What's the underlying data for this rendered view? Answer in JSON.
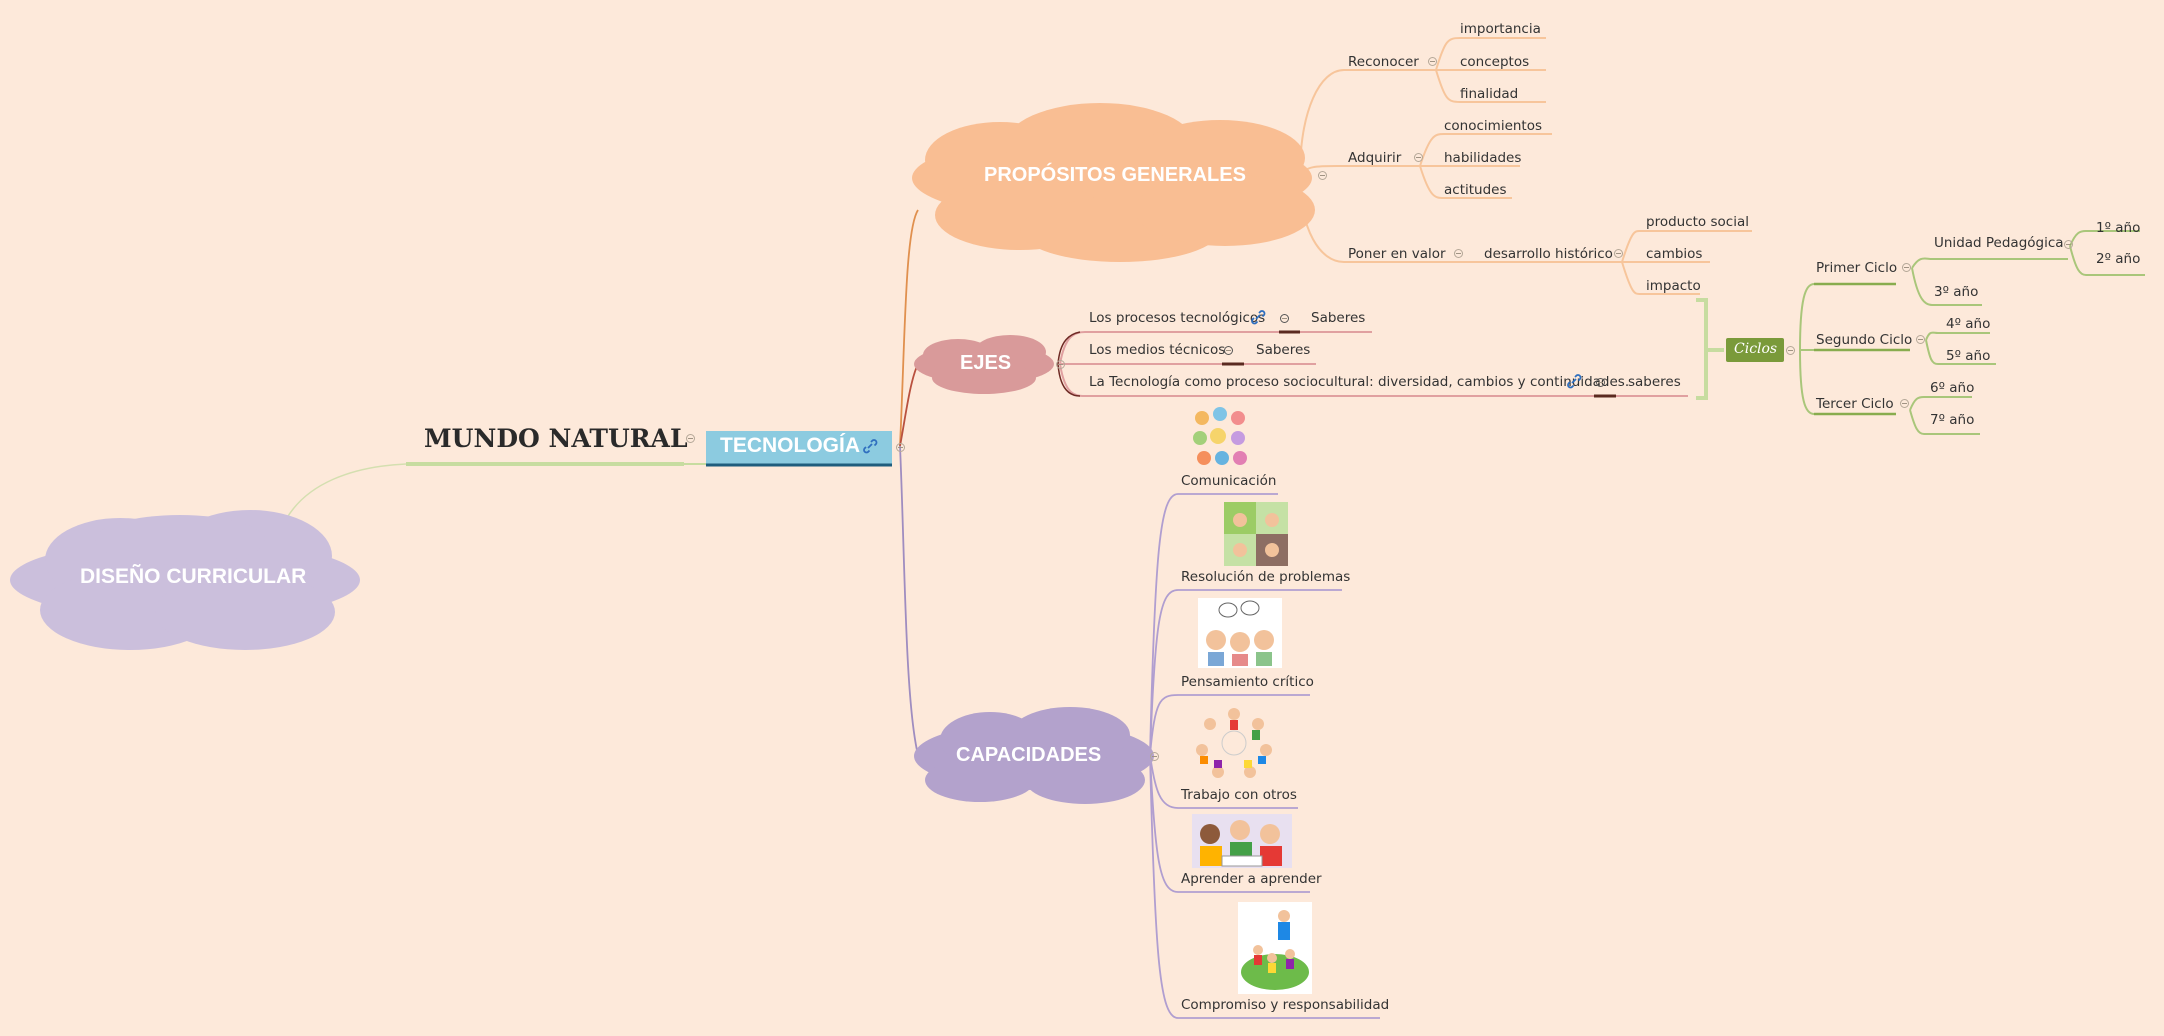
{
  "root": {
    "label": "DISEÑO CURRICULAR"
  },
  "mundo": {
    "label": "MUNDO NATURAL"
  },
  "tecnologia": {
    "label": "TECNOLOGÍA"
  },
  "propositos": {
    "label": "PROPÓSITOS GENERALES",
    "reconocer": {
      "label": "Reconocer",
      "items": [
        "importancia",
        "conceptos",
        "finalidad"
      ]
    },
    "adquirir": {
      "label": "Adquirir",
      "items": [
        "conocimientos",
        "habilidades",
        "actitudes"
      ]
    },
    "poner": {
      "label": "Poner en valor",
      "desarrollo": "desarrollo histórico",
      "items": [
        "producto social",
        "cambios",
        "impacto"
      ]
    }
  },
  "ejes": {
    "label": "EJES",
    "items": [
      {
        "label": "Los procesos tecnológicos",
        "child": "Saberes"
      },
      {
        "label": "Los medios técnicos",
        "child": "Saberes"
      },
      {
        "label": "La Tecnología como proceso sociocultural: diversidad, cambios y continuidades.",
        "child": "saberes"
      }
    ]
  },
  "ciclos": {
    "label": "Ciclos",
    "primer": {
      "label": "Primer Ciclo",
      "unidad": "Unidad Pedagógica",
      "unidad_items": [
        "1º año",
        "2º año"
      ],
      "extra": "3º año"
    },
    "segundo": {
      "label": "Segundo Ciclo",
      "items": [
        "4º año",
        "5º año"
      ]
    },
    "tercer": {
      "label": "Tercer Ciclo",
      "items": [
        "6º año",
        "7º año"
      ]
    }
  },
  "capacidades": {
    "label": "CAPACIDADES",
    "items": [
      "Comunicación",
      "Resolución de problemas",
      "Pensamiento crítico",
      "Trabajo con otros",
      "Aprender a aprender",
      "Compromiso y responsabilidad"
    ]
  },
  "colors": {
    "background": "#fde9da",
    "root_cloud": "#cbbfdc",
    "propositos_cloud": "#f9be93",
    "ejes_cloud": "#d99a9a",
    "capacidades_cloud": "#b3a2cc",
    "tecnologia_box": "#8ccbe0",
    "ciclos_box": "#7a9a3a"
  }
}
